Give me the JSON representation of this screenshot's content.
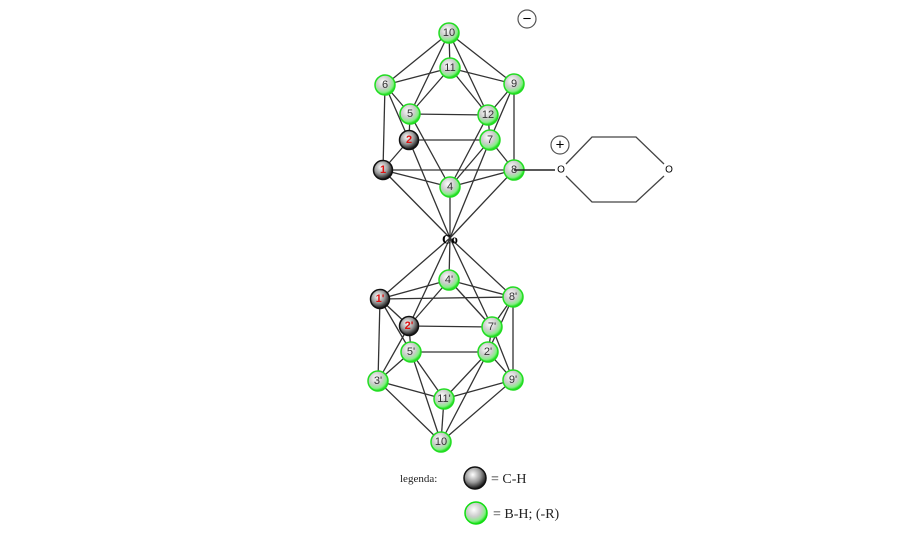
{
  "colors": {
    "carbon": "#333333",
    "boron": "#22dd22",
    "carbon_label": "#dd1111",
    "boron_label": "#333333",
    "bond": "#333333"
  },
  "charges": {
    "minus": "−",
    "plus": "+"
  },
  "metal": "Co",
  "dioxane": {
    "o_left": "O",
    "o_right": "O"
  },
  "top_cage": [
    {
      "id": "t10",
      "label": "10",
      "atom": "B"
    },
    {
      "id": "t11",
      "label": "11",
      "atom": "B"
    },
    {
      "id": "t6",
      "label": "6",
      "atom": "B"
    },
    {
      "id": "t9",
      "label": "9",
      "atom": "B"
    },
    {
      "id": "t5",
      "label": "5",
      "atom": "B"
    },
    {
      "id": "t12",
      "label": "12",
      "atom": "B"
    },
    {
      "id": "t2",
      "label": "2",
      "atom": "C"
    },
    {
      "id": "t7",
      "label": "7",
      "atom": "B"
    },
    {
      "id": "t1",
      "label": "1",
      "atom": "C"
    },
    {
      "id": "t8",
      "label": "8",
      "atom": "B"
    },
    {
      "id": "t4",
      "label": "4",
      "atom": "B"
    }
  ],
  "bottom_cage": [
    {
      "id": "b4",
      "label": "4'",
      "atom": "B"
    },
    {
      "id": "b8",
      "label": "8'",
      "atom": "B"
    },
    {
      "id": "b1",
      "label": "1'",
      "atom": "C"
    },
    {
      "id": "b2",
      "label": "2'",
      "atom": "C"
    },
    {
      "id": "b7",
      "label": "7'",
      "atom": "B"
    },
    {
      "id": "b5",
      "label": "5'",
      "atom": "B"
    },
    {
      "id": "b12",
      "label": "2'",
      "atom": "B"
    },
    {
      "id": "b3",
      "label": "3'",
      "atom": "B"
    },
    {
      "id": "b9",
      "label": "9'",
      "atom": "B"
    },
    {
      "id": "b11",
      "label": "11'",
      "atom": "B"
    },
    {
      "id": "b10",
      "label": "10",
      "atom": "B"
    }
  ],
  "legend": {
    "title": "legenda:",
    "items": [
      {
        "atom": "C",
        "text": "= C-H"
      },
      {
        "atom": "B",
        "text": "= B-H; (-R)"
      }
    ]
  }
}
